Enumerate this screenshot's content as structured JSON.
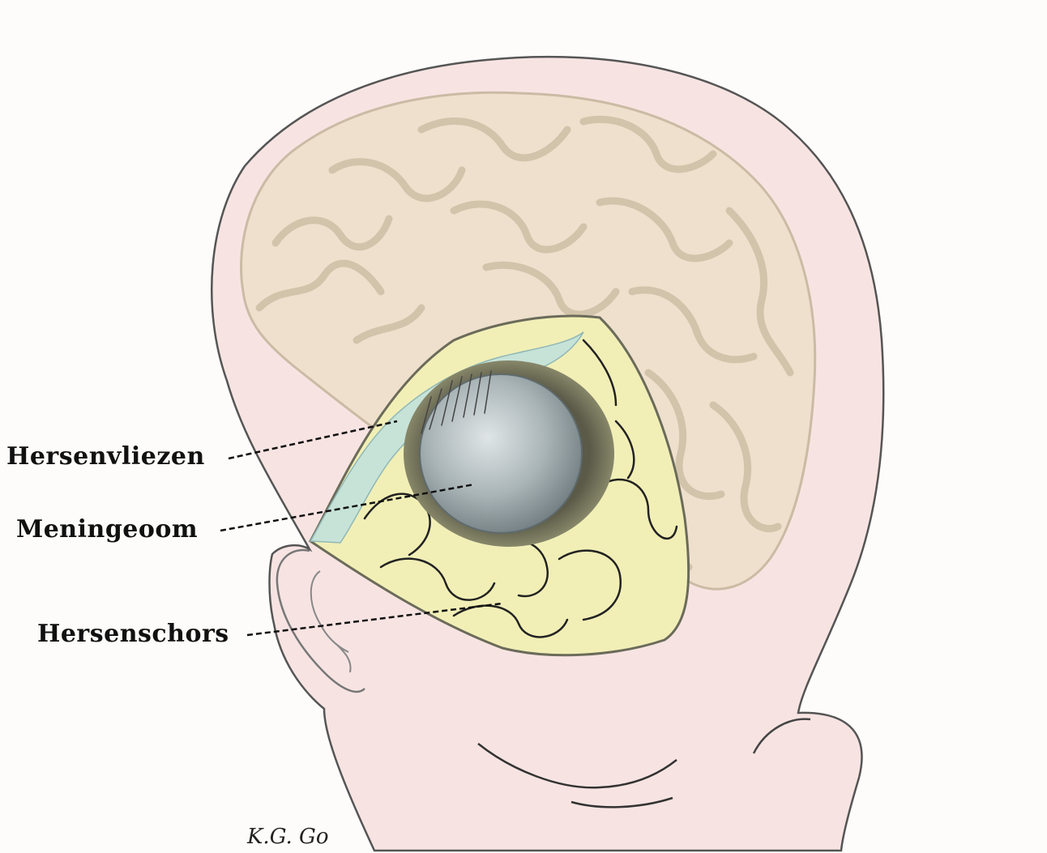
{
  "labels": {
    "meninges": "Hersenvliezen",
    "meningioma": "Meningeoom",
    "cortex": "Hersenschors"
  },
  "signature": "K.G. Go",
  "colors": {
    "head_fill": "#f7e4e2",
    "brain_fill": "#eee0cc",
    "cortex_fill": "#f1efb6",
    "meninges_fill": "#bfe0de",
    "tumor_fill": "#a6b2b5",
    "outline": "#555555"
  }
}
